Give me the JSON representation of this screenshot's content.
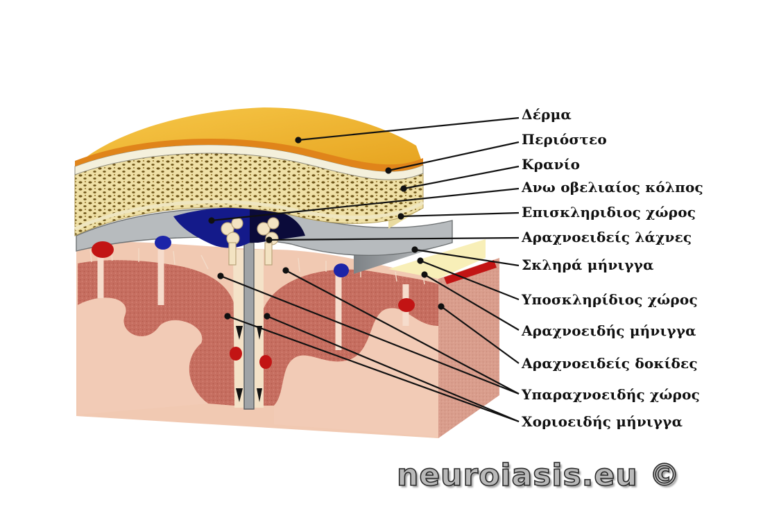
{
  "labels": {
    "skin": "Δέρμα",
    "periosteum": "Περιόστεο",
    "skull": "Κρανίο",
    "superior_sagittal_sinus": "Ανω οβελιαίος κόλπος",
    "epidural_space": "Επισκληριδιος χώρος",
    "arachnoid_villi": "Αραχνοειδείς λάχνες",
    "dura_mater": "Σκληρά μήνιγγα",
    "subdural_space": "Υποσκληρίδιος χώρος",
    "arachnoid_mater": "Αραχνοειδής μήνιγγα",
    "arachnoid_trabeculae": "Αραχνοειδείς δοκίδες",
    "subarachnoid_space": "Υπαραχνοειδής χώρος",
    "pia_mater": "Χοριοειδής μήνιγγα"
  },
  "watermark": "neuroiasis.eu ©",
  "colors": {
    "skin": "#f0b430",
    "periosteum": "#e08a1c",
    "skull": "#f4ecb4",
    "dura": "#a9adb0",
    "sinus": "#12157e",
    "cortex": "#c87062",
    "white_matter": "#f3cdb4",
    "artery": "#c21414",
    "vein": "#1c24a8"
  }
}
